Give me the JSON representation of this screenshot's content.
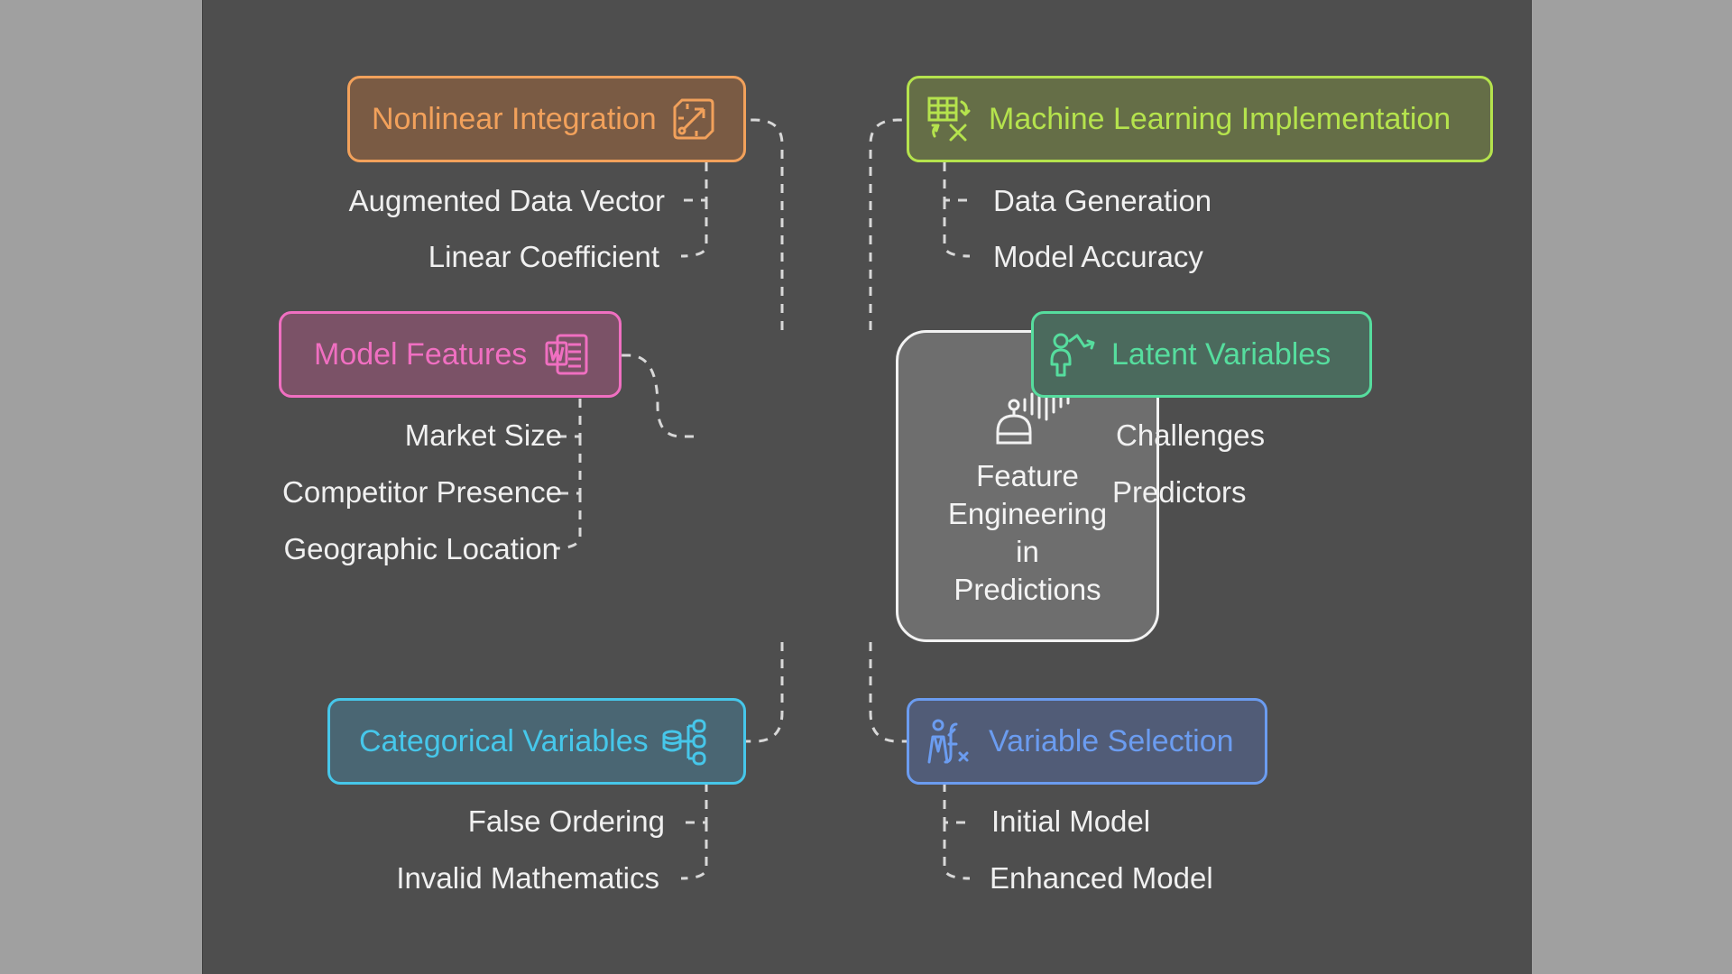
{
  "center": {
    "lines": [
      "Feature",
      "Engineering",
      "in",
      "Predictions"
    ],
    "icon": "robot-soundwave-icon"
  },
  "branches": {
    "nonlinear": {
      "label": "Nonlinear Integration",
      "color": "#f2a15b",
      "fill": "#7a5b44",
      "icon": "puzzle-chip-icon",
      "items": [
        "Augmented Data Vector",
        "Linear Coefficient"
      ]
    },
    "ml": {
      "label": "Machine Learning Implementation",
      "color": "#b5e34d",
      "fill": "#656e47",
      "icon": "spreadsheet-function-icon",
      "items": [
        "Data Generation",
        "Model Accuracy"
      ]
    },
    "features": {
      "label": "Model Features",
      "color": "#f06fc1",
      "fill": "#7b5267",
      "icon": "word-document-icon",
      "items": [
        "Market Size",
        "Competitor Presence",
        "Geographic Location"
      ]
    },
    "latent": {
      "label": "Latent Variables",
      "color": "#56dd9e",
      "fill": "#4b6a5d",
      "icon": "person-trend-icon",
      "items": [
        "Challenges",
        "Predictors"
      ]
    },
    "categorical": {
      "label": "Categorical Variables",
      "color": "#46c7ea",
      "fill": "#4a6673",
      "icon": "database-tree-icon",
      "items": [
        "False Ordering",
        "Invalid Mathematics"
      ]
    },
    "selection": {
      "label": "Variable Selection",
      "color": "#6b9cf0",
      "fill": "#515c77",
      "icon": "people-function-icon",
      "items": [
        "Initial Model",
        "Enhanced Model"
      ]
    }
  }
}
